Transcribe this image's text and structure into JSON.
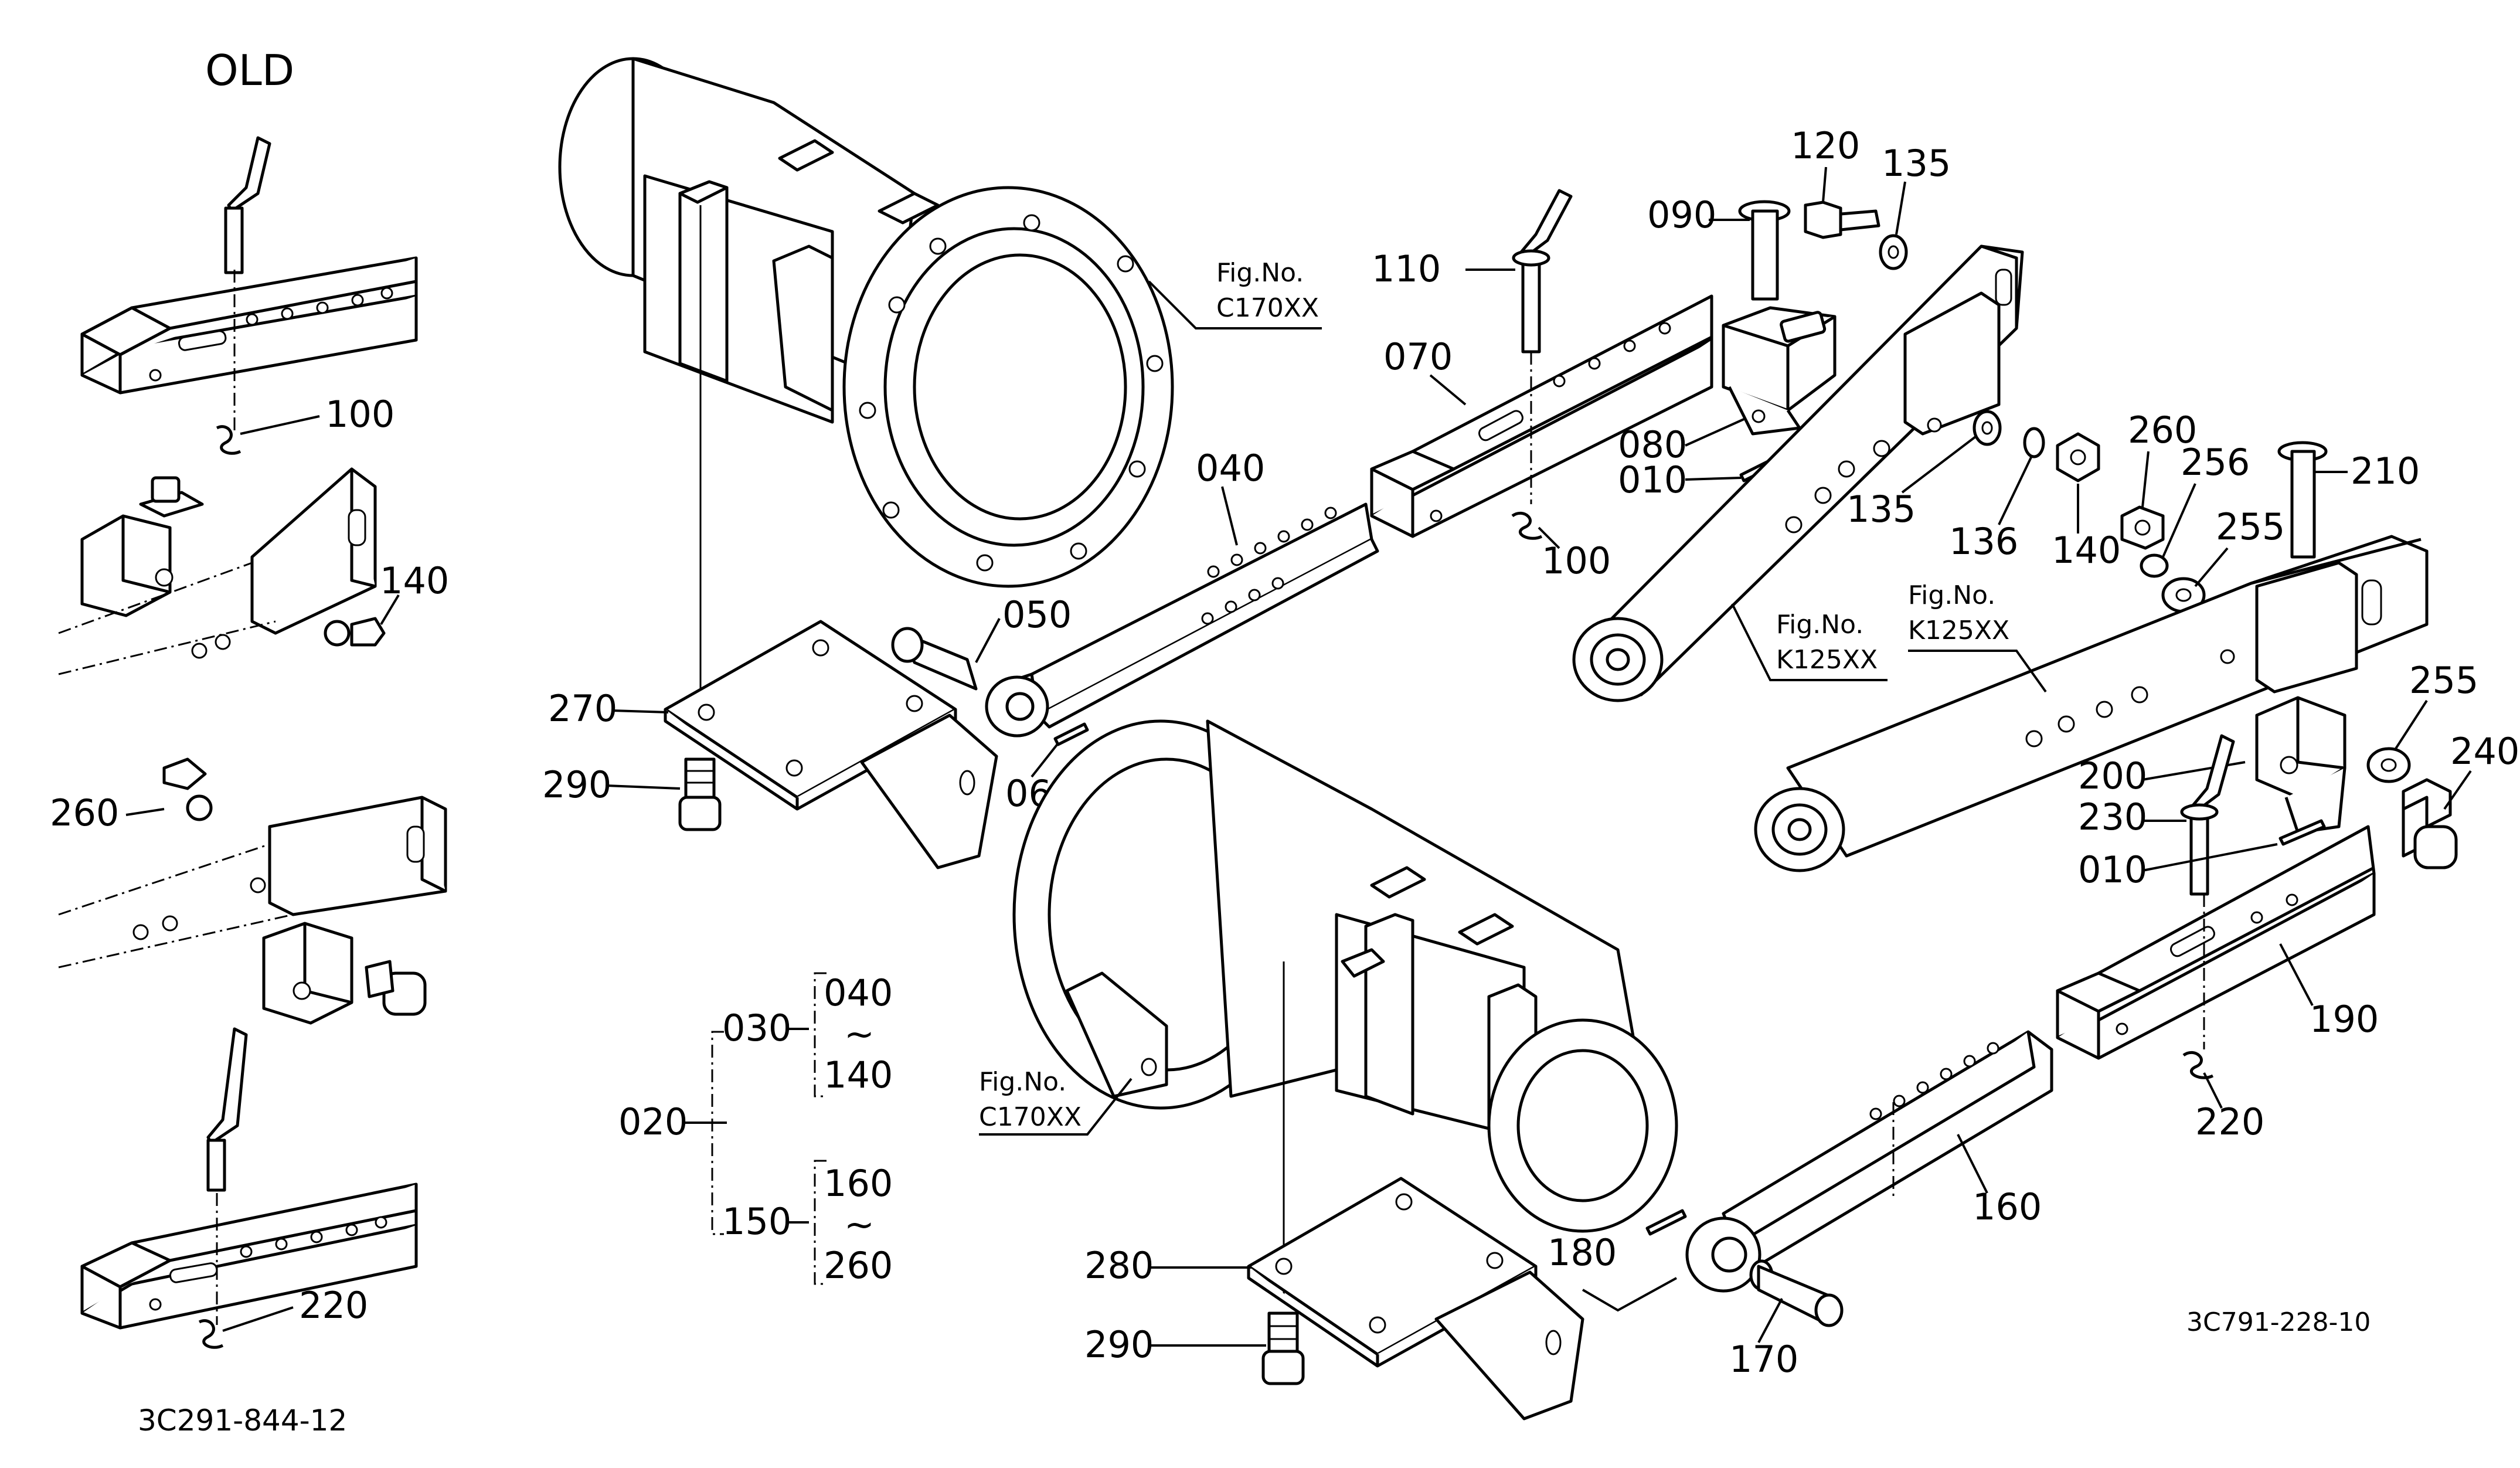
{
  "title": "OLD",
  "drawing_codes": {
    "left": "3C291-844-12",
    "right": "3C791-228-10"
  },
  "figure_refs": [
    {
      "line1": "Fig.No.",
      "line2": "C170XX"
    },
    {
      "line1": "Fig.No.",
      "line2": "K125XX"
    },
    {
      "line1": "Fig.No.",
      "line2": "K125XX"
    },
    {
      "line1": "Fig.No.",
      "line2": "C170XX"
    }
  ],
  "labels": {
    "l100a": "100",
    "l140a": "140",
    "l260a": "260",
    "l220a": "220",
    "l270": "270",
    "l290a": "290",
    "l050": "050",
    "l060": "060",
    "l040": "040",
    "l110": "110",
    "l070": "070",
    "l090": "090",
    "l120": "120",
    "l135a": "135",
    "l080": "080",
    "l010a": "010",
    "l100b": "100",
    "l135b": "135",
    "l136": "136",
    "l140b": "140",
    "l260b": "260",
    "l256": "256",
    "l255a": "255",
    "l210": "210",
    "l255b": "255",
    "l240": "240",
    "l200": "200",
    "l230": "230",
    "l010b": "010",
    "l190": "190",
    "l220b": "220",
    "l160": "160",
    "l180": "180",
    "l170": "170",
    "l280": "280",
    "l290b": "290"
  },
  "tree": {
    "root": "020",
    "branches": [
      {
        "code": "030",
        "from": "040",
        "tilde": "~",
        "to": "140"
      },
      {
        "code": "150",
        "from": "160",
        "tilde": "~",
        "to": "260"
      }
    ]
  }
}
